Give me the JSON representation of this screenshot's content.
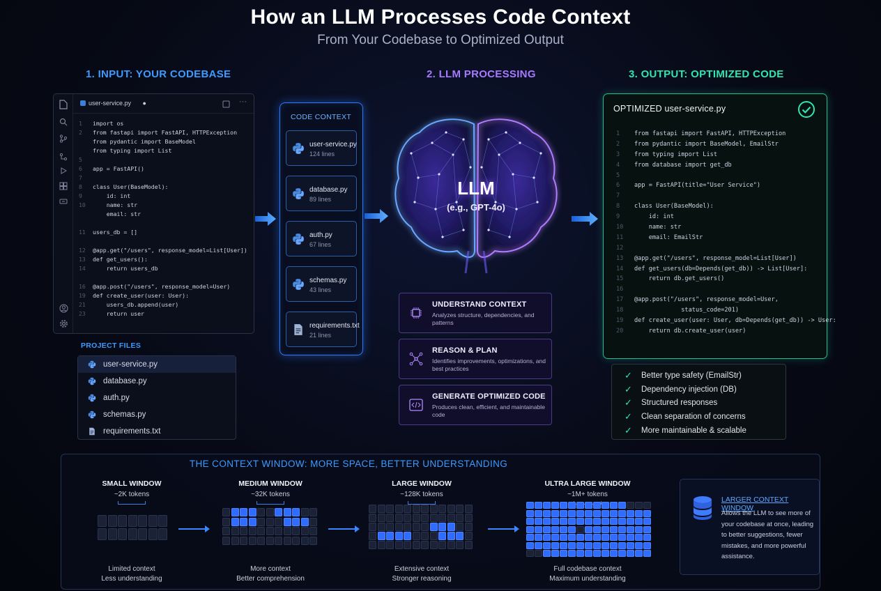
{
  "header": {
    "title": "How an LLM Processes Code Context",
    "subtitle": "From Your Codebase to Optimized Output"
  },
  "sections": {
    "input": "1. INPUT: YOUR CODEBASE",
    "processing": "2. LLM PROCESSING",
    "output": "3. OUTPUT: OPTIMIZED CODE"
  },
  "editor": {
    "tab": "user-service.py",
    "lines": [
      {
        "n": "1",
        "t": "import os"
      },
      {
        "n": "2",
        "t": "from fastapi import FastAPI, HTTPException"
      },
      {
        "n": "",
        "t": "from pydantic import BaseModel"
      },
      {
        "n": "",
        "t": "from typing import List"
      },
      {
        "n": "5",
        "t": ""
      },
      {
        "n": "6",
        "t": "app = FastAPI()"
      },
      {
        "n": "7",
        "t": ""
      },
      {
        "n": "8",
        "t": "class User(BaseModel):"
      },
      {
        "n": "9",
        "t": "    id: int"
      },
      {
        "n": "10",
        "t": "    name: str"
      },
      {
        "n": "",
        "t": "    email: str"
      },
      {
        "n": "",
        "t": ""
      },
      {
        "n": "11",
        "t": "users_db = []"
      },
      {
        "n": "",
        "t": ""
      },
      {
        "n": "12",
        "t": "@app.get(\"/users\", response_model=List[User])"
      },
      {
        "n": "13",
        "t": "def get_users():"
      },
      {
        "n": "14",
        "t": "    return users_db"
      },
      {
        "n": "",
        "t": ""
      },
      {
        "n": "16",
        "t": "@app.post(\"/users\", response_model=User)"
      },
      {
        "n": "19",
        "t": "def create_user(user: User):"
      },
      {
        "n": "21",
        "t": "    users_db.append(user)"
      },
      {
        "n": "23",
        "t": "    return user"
      }
    ]
  },
  "project_files": {
    "title": "PROJECT FILES",
    "files": [
      "user-service.py",
      "database.py",
      "auth.py",
      "schemas.py",
      "requirements.txt"
    ]
  },
  "code_context": {
    "title": "CODE CONTEXT",
    "files": [
      {
        "name": "user-service.py",
        "lines": "124 lines"
      },
      {
        "name": "database.py",
        "lines": "89 lines"
      },
      {
        "name": "auth.py",
        "lines": "67 lines"
      },
      {
        "name": "schemas.py",
        "lines": "43 lines"
      },
      {
        "name": "requirements.txt",
        "lines": "21 lines"
      }
    ]
  },
  "llm": {
    "label": "LLM",
    "sub": "(e.g., GPT-4o)"
  },
  "steps": [
    {
      "title": "UNDERSTAND CONTEXT",
      "desc": "Analyzes structure, dependencies, and patterns",
      "icon": "chip-icon"
    },
    {
      "title": "REASON & PLAN",
      "desc": "Identifies improvements, optimizations, and best practices",
      "icon": "network-icon"
    },
    {
      "title": "GENERATE OPTIMIZED CODE",
      "desc": "Produces clean, efficient, and maintainable code",
      "icon": "code-icon"
    }
  ],
  "output": {
    "title": "OPTIMIZED user-service.py",
    "lines": [
      {
        "n": "1",
        "t": "from fastapi import FastAPI, HTTPException"
      },
      {
        "n": "2",
        "t": "from pydantic import BaseModel, EmailStr"
      },
      {
        "n": "3",
        "t": "from typing import List"
      },
      {
        "n": "4",
        "t": "from database import get_db"
      },
      {
        "n": "5",
        "t": ""
      },
      {
        "n": "6",
        "t": "app = FastAPI(title=\"User Service\")"
      },
      {
        "n": "7",
        "t": ""
      },
      {
        "n": "8",
        "t": "class User(BaseModel):"
      },
      {
        "n": "9",
        "t": "    id: int"
      },
      {
        "n": "10",
        "t": "    name: str"
      },
      {
        "n": "11",
        "t": "    email: EmailStr"
      },
      {
        "n": "12",
        "t": ""
      },
      {
        "n": "13",
        "t": "@app.get(\"/users\", response_model=List[User])"
      },
      {
        "n": "14",
        "t": "def get_users(db=Depends(get_db)) -> List[User]:"
      },
      {
        "n": "15",
        "t": "    return db.get_users()"
      },
      {
        "n": "16",
        "t": ""
      },
      {
        "n": "17",
        "t": "@app.post(\"/users\", response_model=User,"
      },
      {
        "n": "18",
        "t": "             status_code=201)"
      },
      {
        "n": "19",
        "t": "def create_user(user: User, db=Depends(get_db)) -> User:"
      },
      {
        "n": "20",
        "t": "    return db.create_user(user)"
      }
    ]
  },
  "benefits": [
    "Better type safety (EmailStr)",
    "Dependency injection (DB)",
    "Structured responses",
    "Clean separation of concerns",
    "More maintainable & scalable"
  ],
  "context_window": {
    "title": "THE CONTEXT WINDOW: MORE SPACE, BETTER UNDERSTANDING",
    "windows": [
      {
        "name": "SMALL WINDOW",
        "tokens": "~2K tokens",
        "desc1": "Limited context",
        "desc2": "Less understanding"
      },
      {
        "name": "MEDIUM WINDOW",
        "tokens": "~32K tokens",
        "desc1": "More context",
        "desc2": "Better comprehension"
      },
      {
        "name": "LARGE WINDOW",
        "tokens": "~128K tokens",
        "desc1": "Extensive context",
        "desc2": "Stronger reasoning"
      },
      {
        "name": "ULTRA LARGE WINDOW",
        "tokens": "~1M+ tokens",
        "desc1": "Full codebase context",
        "desc2": "Maximum understanding"
      }
    ],
    "larger": {
      "title": "LARGER CONTEXT WINDOW",
      "desc": "Allows the LLM to see more of your codebase at once, leading to better suggestions, fewer mistakes, and more powerful assistance."
    }
  },
  "colors": {
    "input_accent": "#3d9bff",
    "llm_accent": "#a779ff",
    "output_accent": "#2ee6b0",
    "token_fill": "#2f6cff"
  }
}
